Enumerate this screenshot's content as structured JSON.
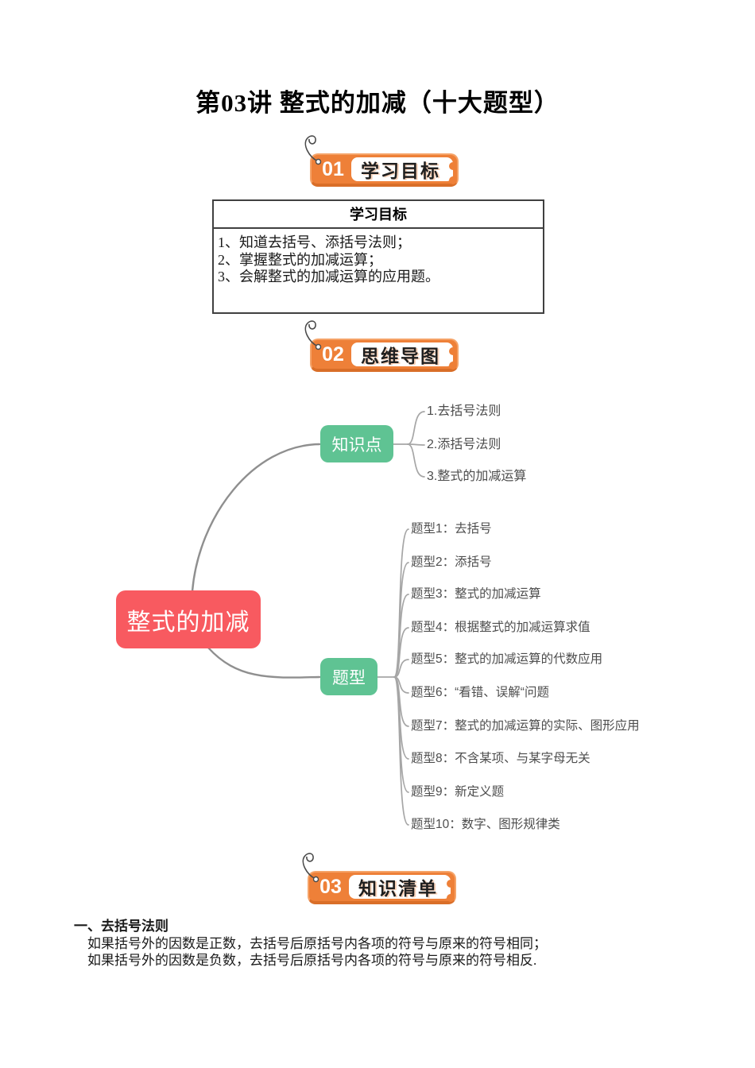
{
  "page": {
    "title": "第03讲 整式的加减（十大题型）"
  },
  "badges": {
    "b1": {
      "num": "01",
      "label": "学习目标"
    },
    "b2": {
      "num": "02",
      "label": "思维导图"
    },
    "b3": {
      "num": "03",
      "label": "知识清单"
    }
  },
  "goals_table": {
    "header": "学习目标",
    "rows": [
      "1、知道去括号、添括号法则；",
      "2、掌握整式的加减运算；",
      "3、会解整式的加减运算的应用题。"
    ]
  },
  "mindmap": {
    "root_label": "整式的加减",
    "knowledge": {
      "label": "知识点",
      "items": [
        "1.去括号法则",
        "2.添括号法则",
        "3.整式的加减运算"
      ]
    },
    "types": {
      "label": "题型",
      "items": [
        "题型1：去括号",
        "题型2：添括号",
        "题型3：整式的加减运算",
        "题型4：根据整式的加减运算求值",
        "题型5：整式的加减运算的代数应用",
        "题型6：“看错、误解“问题",
        "题型7：整式的加减运算的实际、图形应用",
        "题型8：不含某项、与某字母无关",
        "题型9：新定义题",
        "题型10：数字、图形规律类"
      ]
    }
  },
  "knowledge_section": {
    "heading": "一、去括号法则",
    "lines": [
      "如果括号外的因数是正数，去括号后原括号内各项的符号与原来的符号相同；",
      "如果括号外的因数是负数，去括号后原括号内各项的符号与原来的符号相反."
    ]
  },
  "colors": {
    "accent_orange": "#EE8038",
    "badge_shadow_orange": "#D96E28",
    "root_node_red": "#F85A60",
    "branch_node_green": "#5FC393",
    "connector_gray": "#9a9a9a",
    "leaf_text_gray": "#4d4d4d"
  }
}
